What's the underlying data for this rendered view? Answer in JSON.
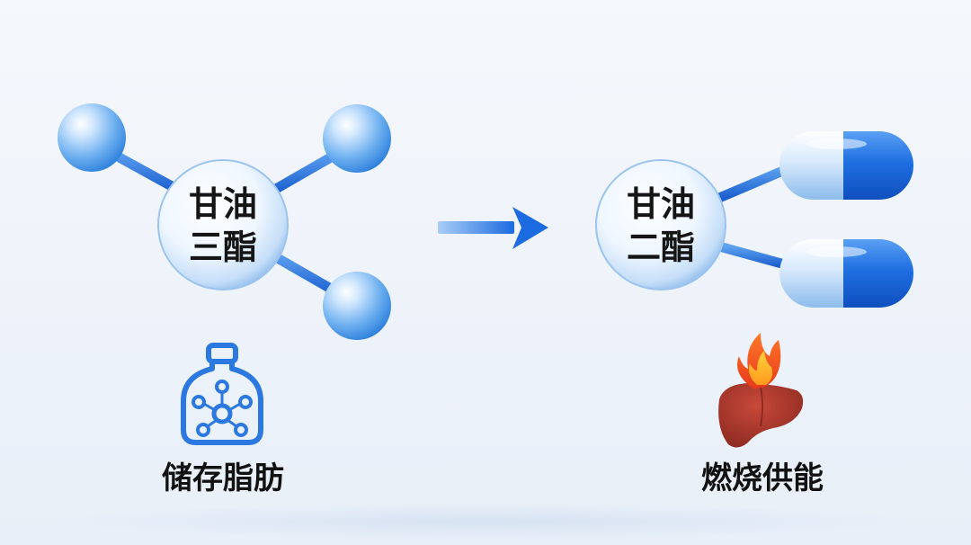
{
  "left": {
    "core_line1": "甘油",
    "core_line2": "三酯",
    "caption": "储存脂肪",
    "icon": "fat-storage-jar-icon"
  },
  "right": {
    "core_line1": "甘油",
    "core_line2": "二酯",
    "caption": "燃烧供能",
    "icon": "liver-flame-icon"
  },
  "colors": {
    "accent": "#1e6fe0",
    "sphere_light": "#e9f3ff",
    "sphere_mid": "#8fc3f4",
    "capsule_dark": "#1a64dc"
  }
}
